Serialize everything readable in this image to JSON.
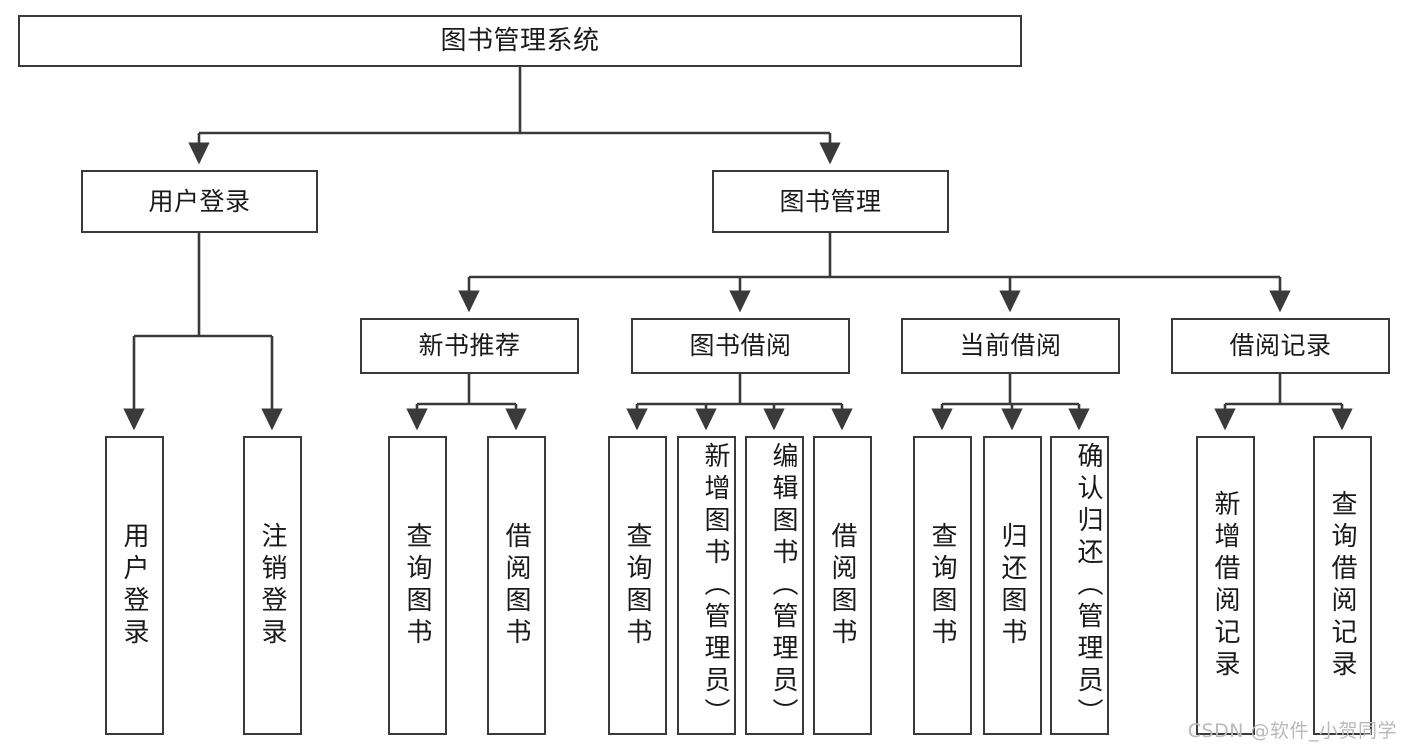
{
  "diagram": {
    "type": "tree",
    "title": "图书管理系统",
    "watermark": "CSDN @软件_小贺同学",
    "colors": {
      "stroke": "#3a3a3a",
      "fill": "#ffffff",
      "text": "#1a1a1a",
      "watermark": "#b9b9b9"
    },
    "levels": {
      "root": {
        "label": "图书管理系统"
      },
      "level1": [
        {
          "id": "user-login",
          "label": "用户登录"
        },
        {
          "id": "book-manage",
          "label": "图书管理"
        }
      ],
      "level2": [
        {
          "id": "new-book-recommend",
          "label": "新书推荐",
          "parent": "book-manage"
        },
        {
          "id": "book-borrow",
          "label": "图书借阅",
          "parent": "book-manage"
        },
        {
          "id": "current-borrow",
          "label": "当前借阅",
          "parent": "book-manage"
        },
        {
          "id": "borrow-record",
          "label": "借阅记录",
          "parent": "book-manage"
        }
      ],
      "leaves": [
        {
          "id": "leaf-user-login",
          "label": "用户登录",
          "parent": "user-login"
        },
        {
          "id": "leaf-logout-login",
          "label": "注销登录",
          "parent": "user-login"
        },
        {
          "id": "leaf-query-book-1",
          "label": "查询图书",
          "parent": "new-book-recommend"
        },
        {
          "id": "leaf-borrow-book-1",
          "label": "借阅图书",
          "parent": "new-book-recommend"
        },
        {
          "id": "leaf-query-book-2",
          "label": "查询图书",
          "parent": "book-borrow"
        },
        {
          "id": "leaf-add-book",
          "label": "新增图书（管理员）",
          "parent": "book-borrow"
        },
        {
          "id": "leaf-edit-book",
          "label": "编辑图书（管理员）",
          "parent": "book-borrow"
        },
        {
          "id": "leaf-borrow-book-2",
          "label": "借阅图书",
          "parent": "book-borrow"
        },
        {
          "id": "leaf-query-book-3",
          "label": "查询图书",
          "parent": "current-borrow"
        },
        {
          "id": "leaf-return-book",
          "label": "归还图书",
          "parent": "current-borrow"
        },
        {
          "id": "leaf-confirm-return",
          "label": "确认归还（管理员）",
          "parent": "current-borrow"
        },
        {
          "id": "leaf-add-record",
          "label": "新增借阅记录",
          "parent": "borrow-record"
        },
        {
          "id": "leaf-query-record",
          "label": "查询借阅记录",
          "parent": "borrow-record"
        }
      ]
    }
  }
}
